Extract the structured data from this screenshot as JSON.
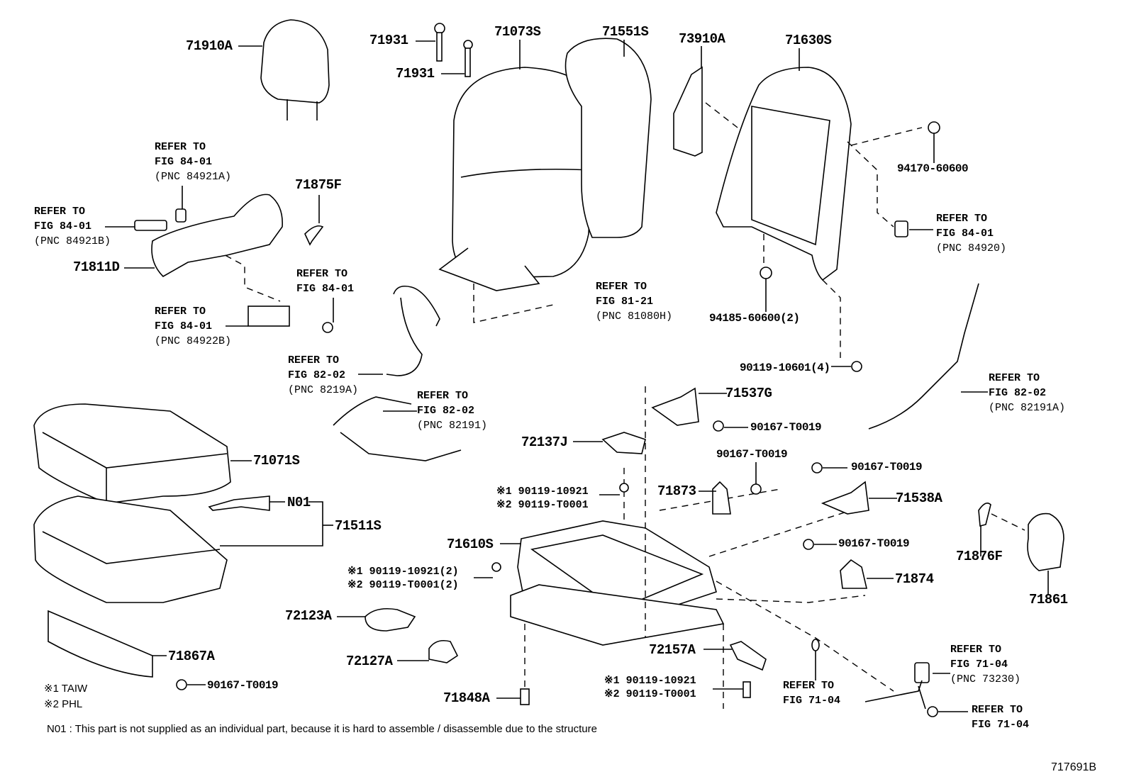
{
  "diagram": {
    "drawing_id": "717691B",
    "parts": [
      {
        "key": "p71910A",
        "label": "71910A"
      },
      {
        "key": "p71931a",
        "label": "71931"
      },
      {
        "key": "p71931b",
        "label": "71931"
      },
      {
        "key": "p71073S",
        "label": "71073S"
      },
      {
        "key": "p71551S",
        "label": "71551S"
      },
      {
        "key": "p73910A",
        "label": "73910A"
      },
      {
        "key": "p71630S",
        "label": "71630S"
      },
      {
        "key": "p71875F",
        "label": "71875F"
      },
      {
        "key": "p71811D",
        "label": "71811D"
      },
      {
        "key": "p94170",
        "label": "94170-60600"
      },
      {
        "key": "p94185",
        "label": "94185-60600(2)"
      },
      {
        "key": "p90119_10601",
        "label": "90119-10601(4)"
      },
      {
        "key": "p71537G",
        "label": "71537G"
      },
      {
        "key": "p90167a",
        "label": "90167-T0019"
      },
      {
        "key": "p72137J",
        "label": "72137J"
      },
      {
        "key": "p90167b",
        "label": "90167-T0019"
      },
      {
        "key": "p90167c",
        "label": "90167-T0019"
      },
      {
        "key": "p71071S",
        "label": "71071S"
      },
      {
        "key": "pN01",
        "label": "N01"
      },
      {
        "key": "p71511S",
        "label": "71511S"
      },
      {
        "key": "p71873",
        "label": "71873"
      },
      {
        "key": "p71538A",
        "label": "71538A"
      },
      {
        "key": "p71610S",
        "label": "71610S"
      },
      {
        "key": "p90167d",
        "label": "90167-T0019"
      },
      {
        "key": "p71876F",
        "label": "71876F"
      },
      {
        "key": "p71874",
        "label": "71874"
      },
      {
        "key": "p71861",
        "label": "71861"
      },
      {
        "key": "p72123A",
        "label": "72123A"
      },
      {
        "key": "p71867A",
        "label": "71867A"
      },
      {
        "key": "p72127A",
        "label": "72127A"
      },
      {
        "key": "p72157A",
        "label": "72157A"
      },
      {
        "key": "p90167e",
        "label": "90167-T0019"
      },
      {
        "key": "p71848A",
        "label": "71848A"
      }
    ],
    "bolts": [
      {
        "l1": "※1 90119-10921",
        "l2": "※2 90119-T0001"
      },
      {
        "l1": "※1 90119-10921(2)",
        "l2": "※2 90119-T0001(2)"
      },
      {
        "l1": "※1 90119-10921",
        "l2": "※2 90119-T0001"
      }
    ],
    "refs": [
      {
        "l1": "REFER TO",
        "l2": "FIG 84-01",
        "pnc": "(PNC 84921A)"
      },
      {
        "l1": "REFER TO",
        "l2": "FIG 84-01",
        "pnc": "(PNC 84921B)"
      },
      {
        "l1": "REFER TO",
        "l2": "FIG 84-01",
        "pnc": ""
      },
      {
        "l1": "REFER TO",
        "l2": "FIG 84-01",
        "pnc": "(PNC 84922B)"
      },
      {
        "l1": "REFER TO",
        "l2": "FIG 82-02",
        "pnc": "(PNC 8219A)"
      },
      {
        "l1": "REFER TO",
        "l2": "FIG 81-21",
        "pnc": "(PNC 81080H)"
      },
      {
        "l1": "REFER TO",
        "l2": "FIG 84-01",
        "pnc": "(PNC 84920)"
      },
      {
        "l1": "REFER TO",
        "l2": "FIG 82-02",
        "pnc": "(PNC 82191)"
      },
      {
        "l1": "REFER TO",
        "l2": "FIG 82-02",
        "pnc": "(PNC 82191A)"
      },
      {
        "l1": "REFER TO",
        "l2": "FIG 71-04",
        "pnc": "(PNC 73230)"
      },
      {
        "l1": "REFER TO",
        "l2": "FIG 71-04",
        "pnc": ""
      },
      {
        "l1": "REFER TO",
        "l2": "FIG 71-04",
        "pnc": ""
      }
    ],
    "legend": {
      "note1": "※1 TAIW",
      "note2": "※2 PHL"
    },
    "footnote": "N01 : This part is not supplied as an individual part, because it is hard to assemble / disassemble due to the structure"
  }
}
